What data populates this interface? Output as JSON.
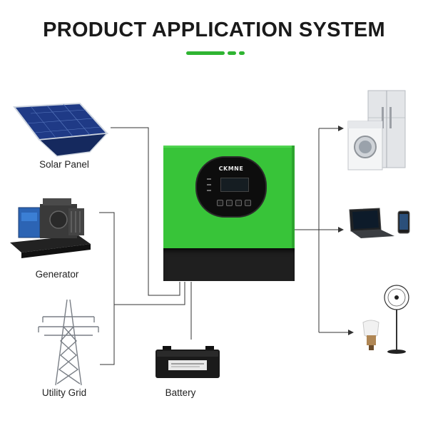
{
  "title": "PRODUCT APPLICATION SYSTEM",
  "colors": {
    "accent_green": "#2fb432",
    "inverter_green": "#38c439",
    "inverter_dark": "#1f1f1f",
    "line": "#333333"
  },
  "inverter": {
    "brand": "CKMNE"
  },
  "sources": [
    {
      "id": "solar",
      "label": "Solar Panel",
      "icon": "solar-panel-icon"
    },
    {
      "id": "generator",
      "label": "Generator",
      "icon": "generator-icon"
    },
    {
      "id": "grid",
      "label": "Utility Grid",
      "icon": "transmission-tower-icon"
    },
    {
      "id": "battery",
      "label": "Battery",
      "icon": "battery-icon"
    }
  ],
  "loads": [
    {
      "id": "appliances",
      "icon": "refrigerator-washer-icon"
    },
    {
      "id": "electronics",
      "icon": "laptop-phone-icon"
    },
    {
      "id": "lighting",
      "icon": "fan-bulb-icon"
    }
  ]
}
